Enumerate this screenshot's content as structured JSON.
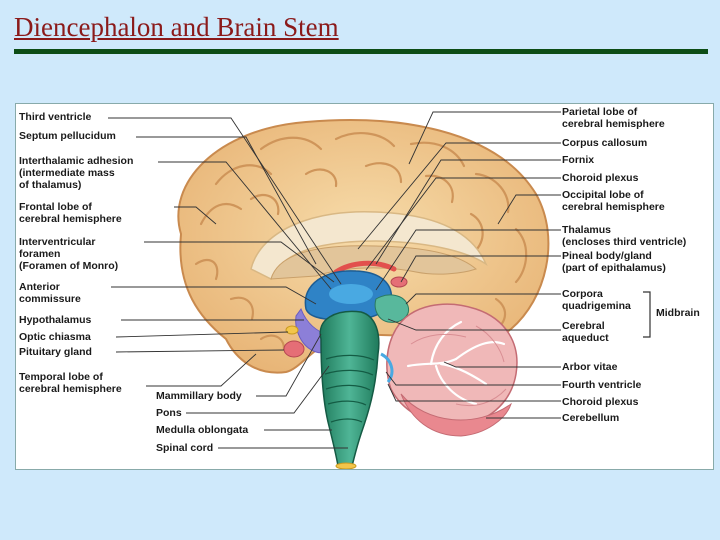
{
  "title": "Diencephalon and Brain Stem",
  "labels": {
    "third_ventricle": "Third ventricle",
    "septum_pellucidum": "Septum pellucidum",
    "interthalamic_adhesion": "Interthalamic adhesion\n(intermediate mass\nof thalamus)",
    "frontal_lobe": "Frontal lobe of\ncerebral hemisphere",
    "interventricular_foramen": "Interventricular\nforamen\n(Foramen of Monro)",
    "anterior_commissure": "Anterior\ncommissure",
    "hypothalamus": "Hypothalamus",
    "optic_chiasma": "Optic chiasma",
    "pituitary_gland": "Pituitary gland",
    "temporal_lobe": "Temporal lobe of\ncerebral hemisphere",
    "mammillary_body": "Mammillary body",
    "pons": "Pons",
    "medulla_oblongata": "Medulla oblongata",
    "spinal_cord": "Spinal cord",
    "parietal_lobe": "Parietal lobe of\ncerebral hemisphere",
    "corpus_callosum": "Corpus callosum",
    "fornix": "Fornix",
    "choroid_plexus_top": "Choroid plexus",
    "occipital_lobe": "Occipital lobe of\ncerebral hemisphere",
    "thalamus": "Thalamus\n(encloses third ventricle)",
    "pineal_body": "Pineal body/gland\n(part of epithalamus)",
    "corpora_quadrigemina": "Corpora\nquadrigemina",
    "cerebral_aqueduct": "Cerebral\naqueduct",
    "midbrain": "Midbrain",
    "arbor_vitae": "Arbor vitae",
    "fourth_ventricle": "Fourth ventricle",
    "choroid_plexus_bottom": "Choroid plexus",
    "cerebellum": "Cerebellum"
  }
}
